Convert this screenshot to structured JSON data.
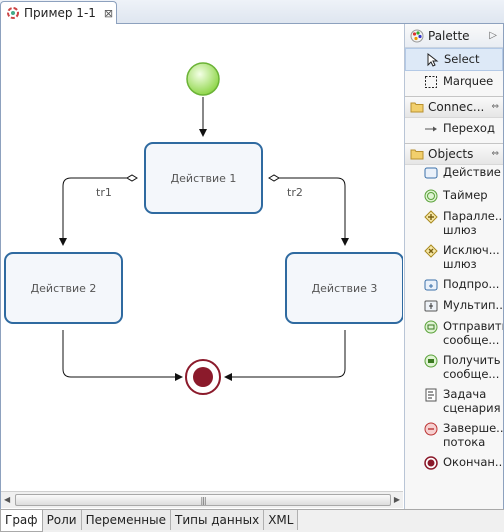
{
  "editor_tab": {
    "title": "Пример 1-1",
    "close": "⊠"
  },
  "diagram": {
    "nodes": [
      "Действие 1",
      "Действие 2",
      "Действие 3"
    ],
    "transitions": [
      "tr1",
      "tr2"
    ]
  },
  "palette": {
    "title": "Palette",
    "tools": [
      {
        "label": "Select",
        "icon": "arrow-cursor-icon",
        "selected": true
      },
      {
        "label": "Marquee",
        "icon": "marquee-icon",
        "selected": false
      }
    ],
    "connections": {
      "title": "Connec...",
      "items": [
        "Переход"
      ]
    },
    "objects": {
      "title": "Objects",
      "items": [
        [
          "Действие"
        ],
        [
          "Таймер"
        ],
        [
          "Паралле...",
          "шлюз"
        ],
        [
          "Исключ...",
          "шлюз"
        ],
        [
          "Подпро..."
        ],
        [
          "Мультип..."
        ],
        [
          "Отправить",
          "сообще..."
        ],
        [
          "Получить",
          "сообще..."
        ],
        [
          "Задача",
          "сценария"
        ],
        [
          "Заверше...",
          "потока"
        ],
        [
          "Окончан..."
        ]
      ]
    }
  },
  "scrollbar": {
    "left": "◀",
    "right": "▶",
    "grip": "|||"
  },
  "bottom_tabs": [
    "Граф",
    "Роли",
    "Переменные",
    "Типы данных",
    "XML"
  ],
  "colors": {
    "node_border": "#2f6aa0",
    "start": "#7ccb3a",
    "end": "#8b1a2b"
  }
}
